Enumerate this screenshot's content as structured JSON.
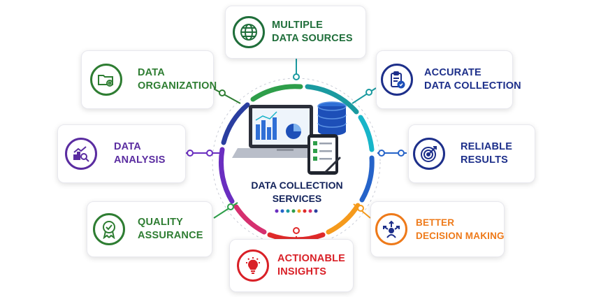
{
  "center": {
    "title_line1": "DATA COLLECTION",
    "title_line2": "SERVICES"
  },
  "colors": {
    "green_dark": "#2e7d32",
    "navy": "#1d2f8a",
    "purple": "#5a2ca0",
    "red": "#d92027",
    "orange": "#ee7a1a",
    "teal": "#1a9aa0"
  },
  "items": [
    {
      "id": "multiple-data-sources",
      "line1": "MULTIPLE",
      "line2": "DATA SOURCES",
      "color": "#1f6e3a",
      "icon": "globe-icon"
    },
    {
      "id": "data-organization",
      "line1": "DATA",
      "line2": "ORGANIZATION",
      "color": "#2e7d32",
      "icon": "folder-gear-icon"
    },
    {
      "id": "accurate-data-collection",
      "line1": "ACCURATE",
      "line2": "DATA COLLECTION",
      "color": "#1d2f8a",
      "icon": "clipboard-check-icon"
    },
    {
      "id": "data-analysis",
      "line1": "DATA",
      "line2": "ANALYSIS",
      "color": "#5a2ca0",
      "icon": "chart-magnifier-icon"
    },
    {
      "id": "reliable-results",
      "line1": "RELIABLE",
      "line2": "RESULTS",
      "color": "#1d2f8a",
      "icon": "target-icon"
    },
    {
      "id": "quality-assurance",
      "line1": "QUALITY",
      "line2": "ASSURANCE",
      "color": "#2e7d32",
      "icon": "badge-check-icon"
    },
    {
      "id": "better-decision-making",
      "line1": "BETTER",
      "line2": "DECISION MAKING",
      "color": "#ee7a1a",
      "icon": "decision-arrows-icon"
    },
    {
      "id": "actionable-insights",
      "line1": "ACTIONABLE",
      "line2": "INSIGHTS",
      "color": "#d92027",
      "icon": "lightbulb-icon"
    }
  ]
}
